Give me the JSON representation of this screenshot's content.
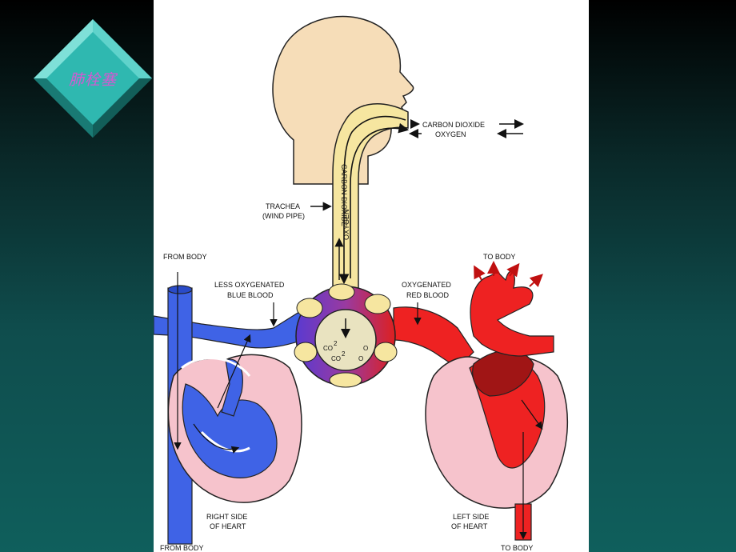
{
  "slide": {
    "title_badge": "肺栓塞",
    "colors": {
      "background_top": "#000000",
      "background_bottom": "#0f5f5c",
      "badge": "#2fb8b0",
      "badge_text": "#d25ad2",
      "deoxygenated": "#3f63e6",
      "oxygenated": "#ee2222",
      "airway": "#f6e6a0",
      "skin": "#f6ddb8",
      "heart_tissue": "#f6c3cc"
    }
  },
  "diagram": {
    "labels": {
      "carbon_dioxide_out": "CARBON DIOXIDE",
      "oxygen_in": "OXYGEN",
      "trachea_line1": "TRACHEA",
      "trachea_line2": "(WIND PIPE)",
      "trachea_co2": "CARBON DIOXIDE",
      "trachea_o2": "OXYGEN",
      "from_body_top": "FROM BODY",
      "less_oxygenated_line1": "LESS OXYGENATED",
      "less_oxygenated_line2": "BLUE BLOOD",
      "oxygenated_line1": "OXYGENATED",
      "oxygenated_line2": "RED BLOOD",
      "to_body_top": "TO BODY",
      "alveolus_co2_a": "CO",
      "alveolus_co2_b": "CO",
      "alveolus_sub": "2",
      "alveolus_o_a": "O",
      "alveolus_o_b": "O",
      "right_heart_line1": "RIGHT SIDE",
      "right_heart_line2": "OF HEART",
      "left_heart_line1": "LEFT SIDE",
      "left_heart_line2": "OF HEART",
      "from_body_bottom": "FROM BODY",
      "to_body_bottom": "TO BODY"
    }
  }
}
